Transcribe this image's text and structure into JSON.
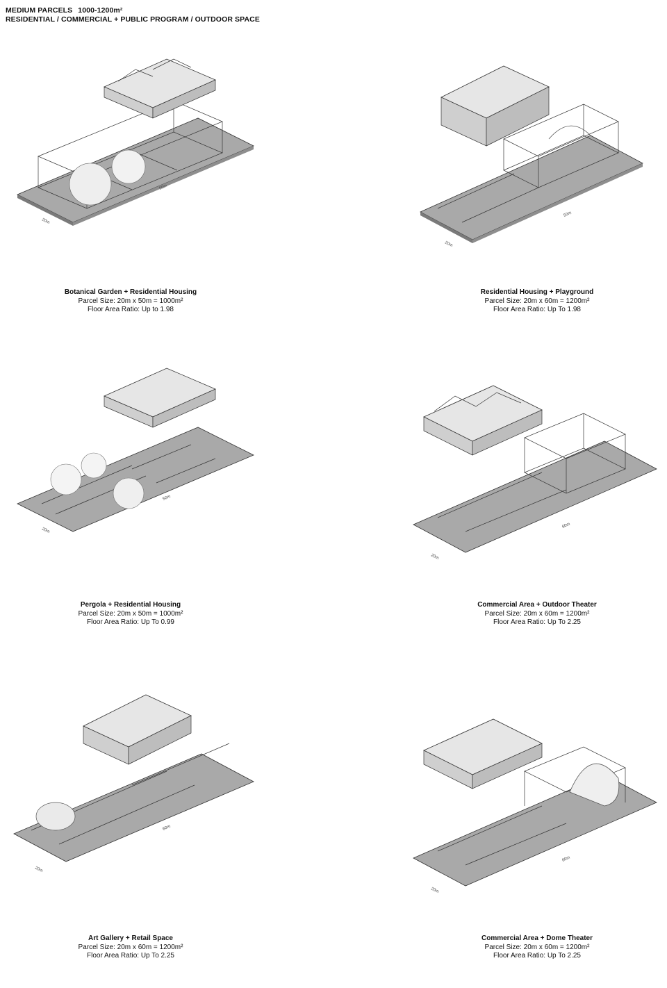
{
  "header": {
    "title": "MEDIUM PARCELS",
    "range": "1000-1200m²",
    "subtitle": "RESIDENTIAL / COMMERCIAL + PUBLIC PROGRAM / OUTDOOR SPACE"
  },
  "panels": [
    {
      "title": "Botanical Garden + Residential Housing",
      "parcel": "Parcel Size: 20m x 50m = 1000m²",
      "far": "Floor Area Ratio: Up to 1.98",
      "width_label": "20m",
      "length_label": "50m"
    },
    {
      "title": "Residential Housing + Playground",
      "parcel": "Parcel Size: 20m x 60m = 1200m²",
      "far": "Floor Area Ratio: Up To 1.98",
      "width_label": "20m",
      "length_label": "50m"
    },
    {
      "title": "Pergola + Residential Housing",
      "parcel": "Parcel Size: 20m x 50m = 1000m²",
      "far": "Floor Area Ratio: Up To 0.99",
      "width_label": "20m",
      "length_label": "50m"
    },
    {
      "title": "Commercial Area + Outdoor Theater",
      "parcel": "Parcel Size: 20m x 60m = 1200m²",
      "far": "Floor Area Ratio: Up To 2.25",
      "width_label": "20m",
      "length_label": "60m"
    },
    {
      "title": "Art Gallery + Retail Space",
      "parcel": "Parcel Size: 20m x 60m = 1200m²",
      "far": "Floor Area Ratio: Up To 2.25",
      "width_label": "20m",
      "length_label": "60m"
    },
    {
      "title": "Commercial Area + Dome Theater",
      "parcel": "Parcel Size: 20m x 60m = 1200m²",
      "far": "Floor Area Ratio: Up To 2.25",
      "width_label": "20m",
      "length_label": "60m"
    }
  ]
}
